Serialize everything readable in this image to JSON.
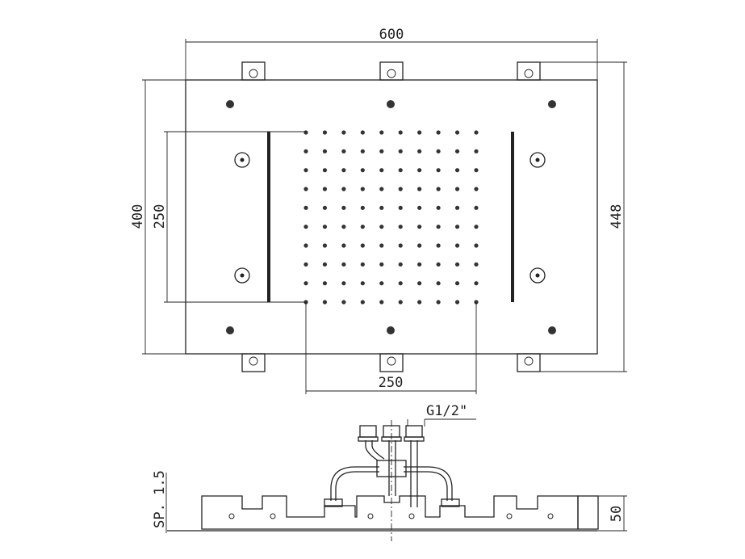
{
  "drawing": {
    "top_view": {
      "width_label": "600",
      "height_label": "400",
      "inner_height_label": "250",
      "overall_height_label": "448",
      "inner_width_label": "250",
      "nozzle_rows": 10,
      "nozzle_cols": 10
    },
    "side_view": {
      "thread_label": "G1/2\"",
      "thickness_label": "SP. 1.5",
      "height_label": "50"
    }
  }
}
